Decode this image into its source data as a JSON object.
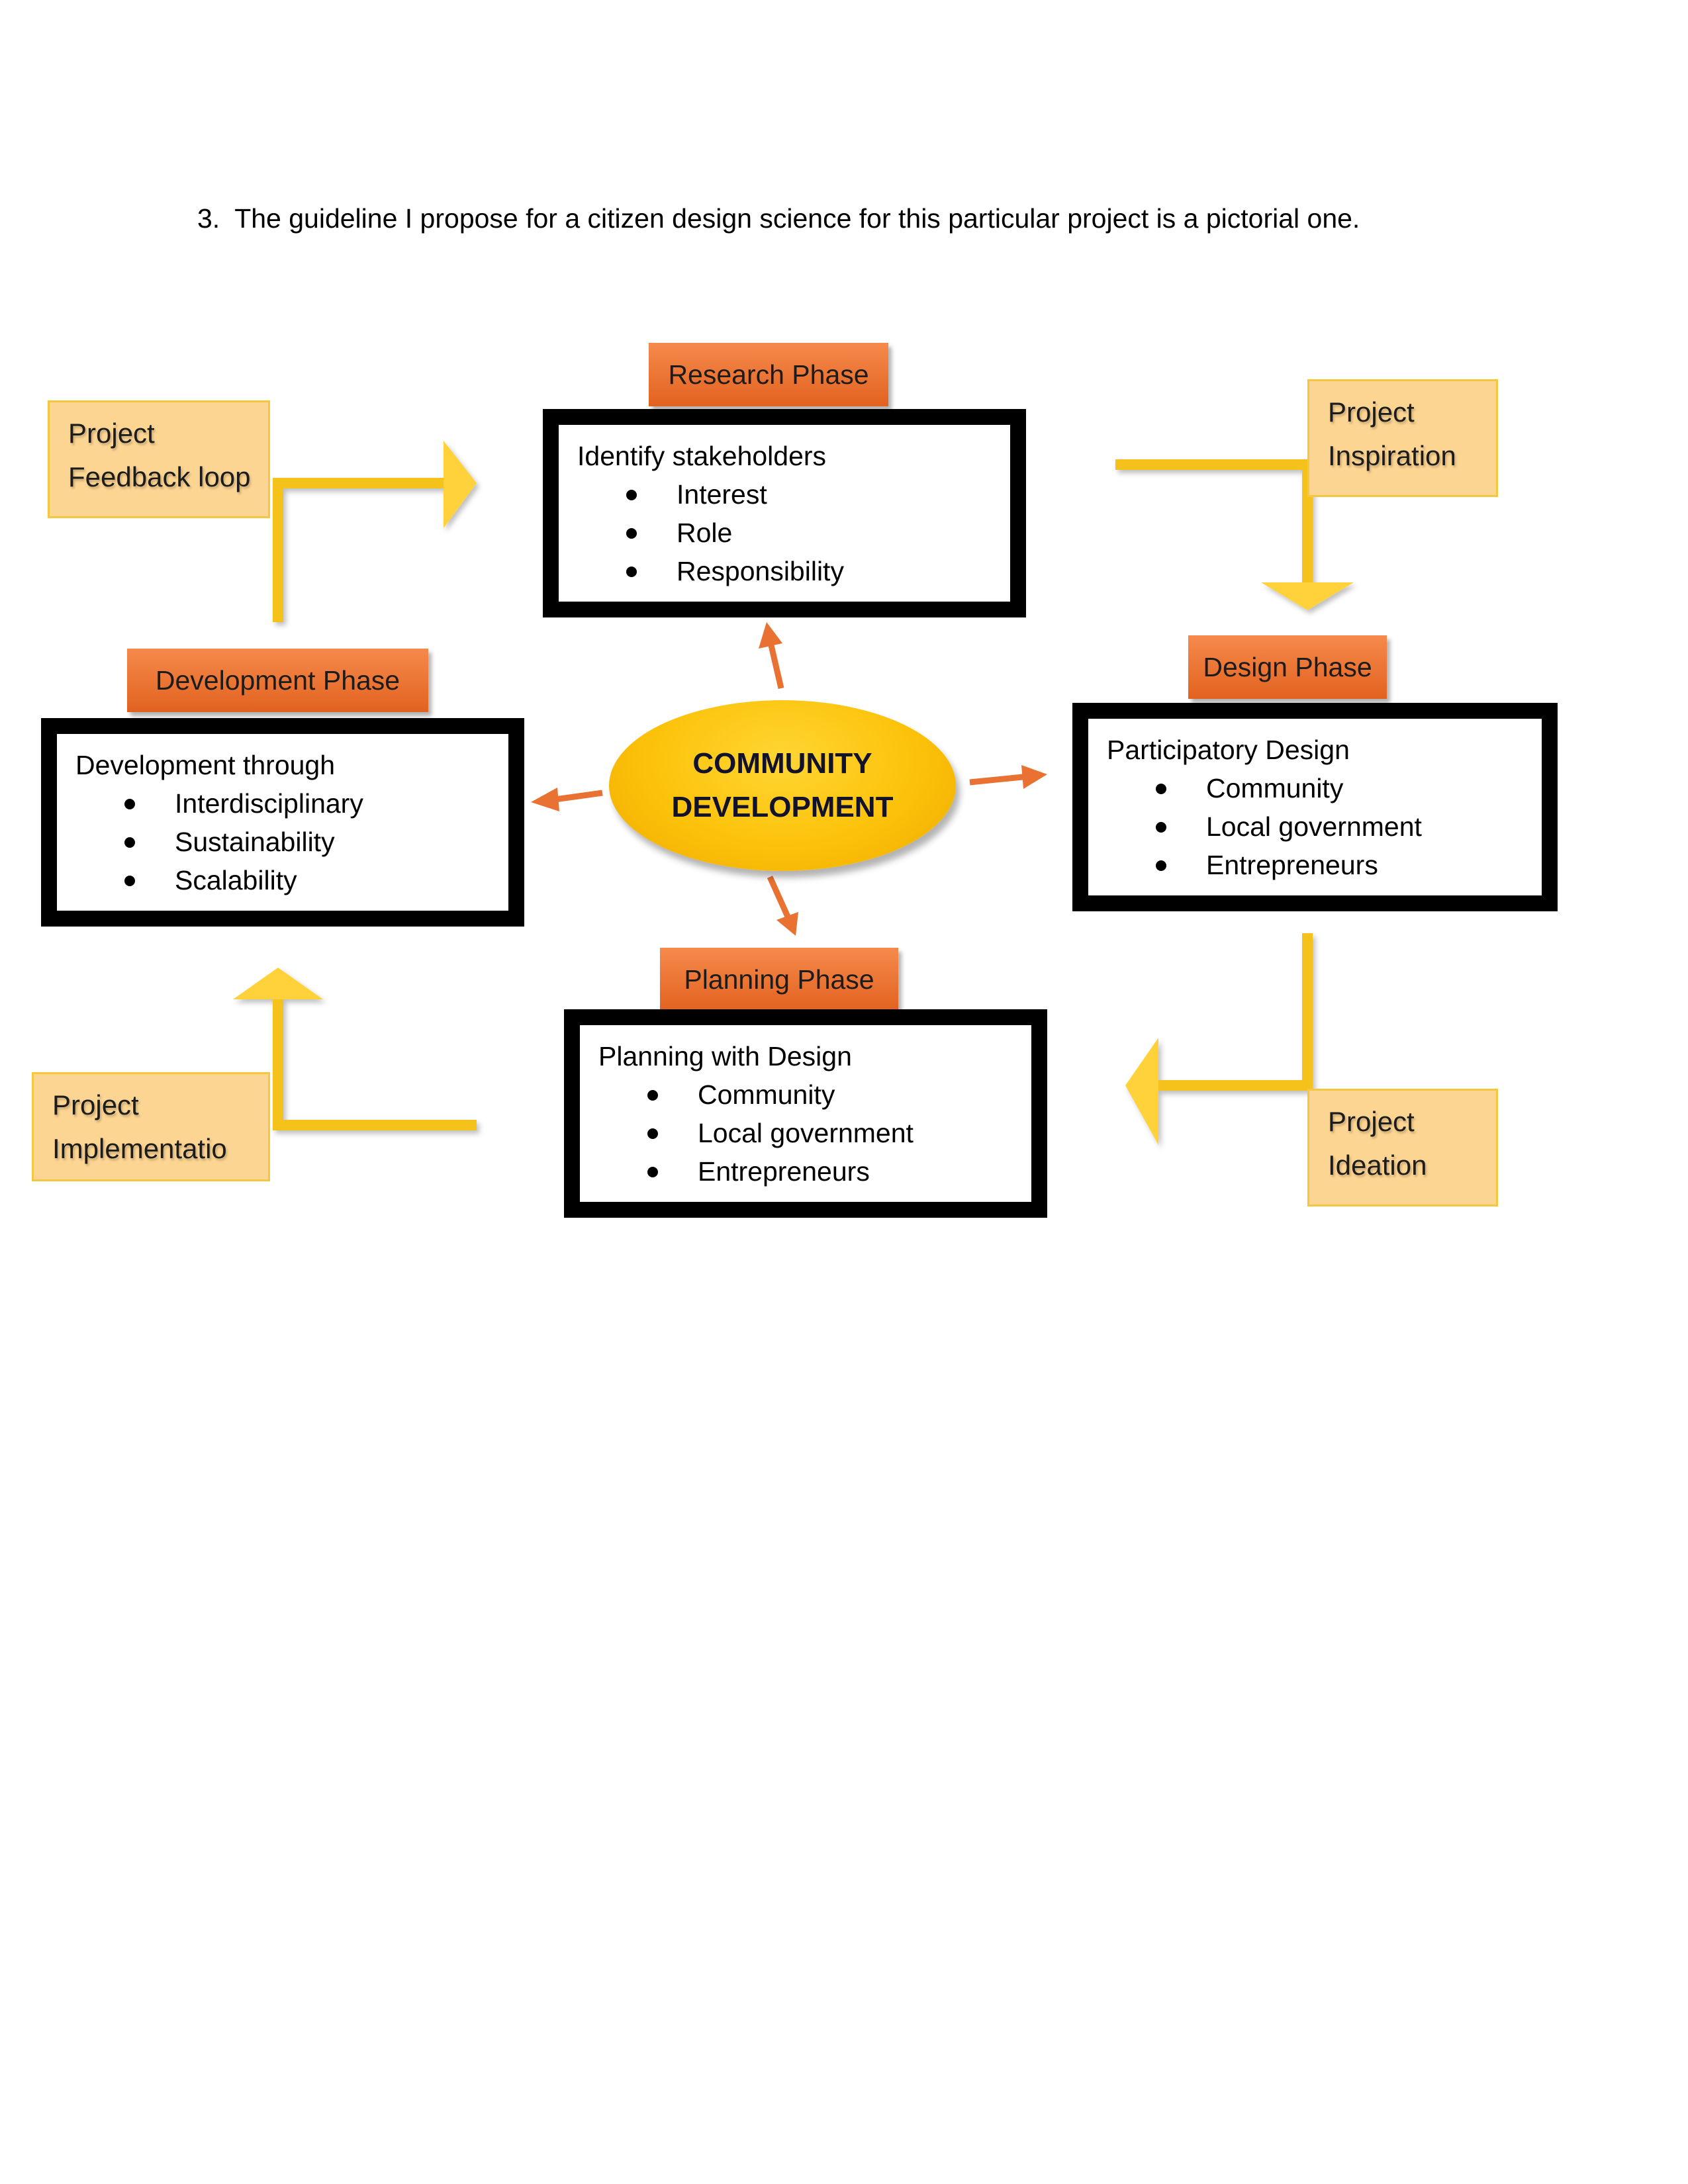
{
  "intro": {
    "number": "3.",
    "text": "The guideline I propose for a citizen design science for this particular project is a pictorial one."
  },
  "center": {
    "line1": "COMMUNITY",
    "line2": "DEVELOPMENT"
  },
  "phases": {
    "research": {
      "label": "Research Phase",
      "heading": "Identify stakeholders",
      "items": [
        "Interest",
        "Role",
        "Responsibility"
      ]
    },
    "design": {
      "label": "Design Phase",
      "heading": "Participatory Design",
      "items": [
        "Community",
        "Local government",
        "Entrepreneurs"
      ]
    },
    "planning": {
      "label": "Planning Phase",
      "heading": "Planning with Design",
      "items": [
        "Community",
        "Local government",
        "Entrepreneurs"
      ]
    },
    "development": {
      "label": "Development Phase",
      "heading": "Development through",
      "items": [
        "Interdisciplinary",
        "Sustainability",
        "Scalability"
      ]
    }
  },
  "projects": {
    "feedback": {
      "line1": "Project",
      "line2": "Feedback loop"
    },
    "inspiration": {
      "line1": "Project",
      "line2": "Inspiration"
    },
    "ideation": {
      "line1": "Project",
      "line2": "Ideation"
    },
    "implementation": {
      "line1": "Project",
      "line2": "Implementatio"
    }
  },
  "colors": {
    "phase_label": "#ed7d31",
    "project_box": "#fdd592",
    "cycle_arrow": "#f5c21b",
    "spoke_arrow": "#e97132",
    "center": "#fcc20a"
  }
}
